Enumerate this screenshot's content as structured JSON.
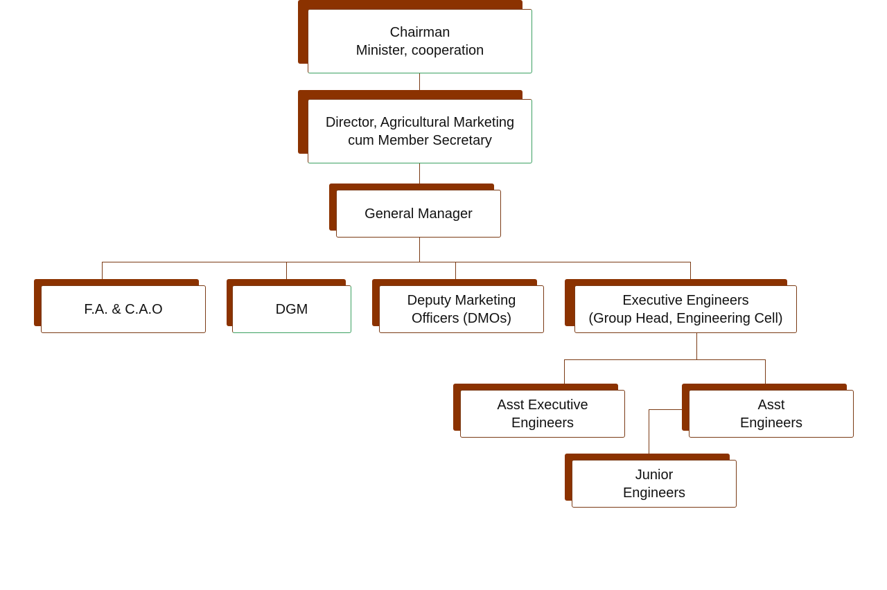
{
  "org_chart": {
    "chairman": {
      "line1": "Chairman",
      "line2": "Minister, cooperation"
    },
    "director": {
      "line1": "Director, Agricultural Marketing",
      "line2": "cum Member Secretary"
    },
    "general_manager": {
      "line1": "General Manager"
    },
    "fa_cao": {
      "line1": "F.A. & C.A.O"
    },
    "dgm": {
      "line1": "DGM"
    },
    "dmo": {
      "line1": "Deputy Marketing",
      "line2": "Officers (DMOs)"
    },
    "executive_engineers": {
      "line1": "Executive Engineers",
      "line2": "(Group Head, Engineering Cell)"
    },
    "asst_executive_engineers": {
      "line1": "Asst Executive",
      "line2": "Engineers"
    },
    "asst_engineers": {
      "line1": "Asst",
      "line2": "Engineers"
    },
    "junior_engineers": {
      "line1": "Junior",
      "line2": "Engineers"
    }
  },
  "colors": {
    "shadow": "#8b3200",
    "border": "#7a3a14",
    "accent_edge": "#3aa060"
  }
}
